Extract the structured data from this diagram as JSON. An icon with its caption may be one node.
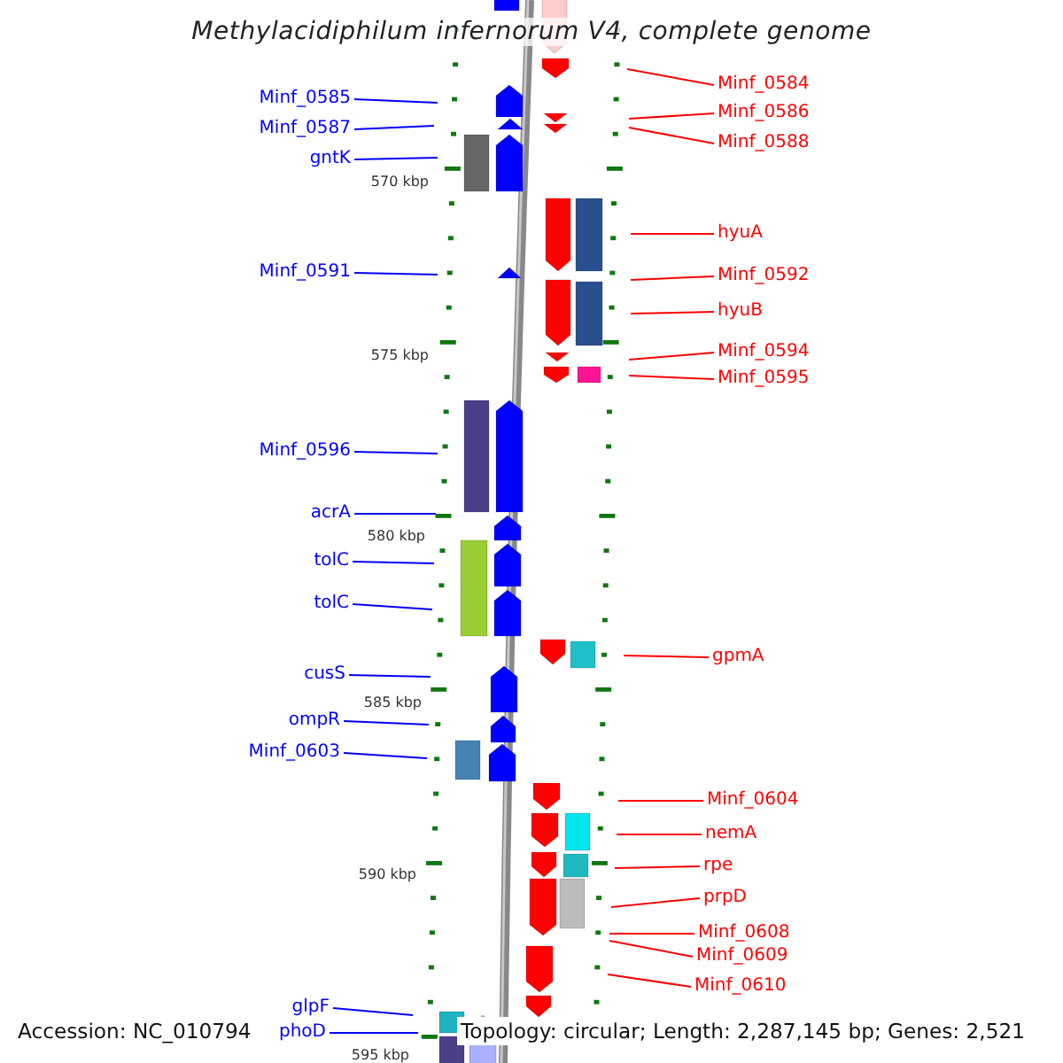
{
  "diagram": {
    "title": "Methylacidiphilum infernorum V4, complete genome",
    "nodes": [
      {
        "text": [
          "Minf_0585"
        ]
      },
      {
        "text": [
          "Minf_0587"
        ]
      },
      {
        "text": [
          "gntK"
        ]
      },
      {
        "text": [
          "Minf_0591"
        ]
      },
      {
        "text": [
          "Minf_0596"
        ]
      },
      {
        "text": [
          "acrA"
        ]
      },
      {
        "text": [
          "tolC"
        ]
      },
      {
        "text": [
          "tolC"
        ]
      },
      {
        "text": [
          "cusS"
        ]
      },
      {
        "text": [
          "ompR"
        ]
      },
      {
        "text": [
          "Minf_0603"
        ]
      },
      {
        "text": [
          "glpF"
        ]
      },
      {
        "text": [
          "phoD"
        ]
      },
      {
        "text": [
          "Minf_0584"
        ]
      },
      {
        "text": [
          "Minf_0586"
        ]
      },
      {
        "text": [
          "Minf_0588"
        ]
      },
      {
        "text": [
          "hyuA"
        ]
      },
      {
        "text": [
          "Minf_0592"
        ]
      },
      {
        "text": [
          "hyuB"
        ]
      },
      {
        "text": [
          "Minf_0594"
        ]
      },
      {
        "text": [
          "Minf_0595"
        ]
      },
      {
        "text": [
          "gpmA"
        ]
      },
      {
        "text": [
          "Minf_0604"
        ]
      },
      {
        "text": [
          "nemA"
        ]
      },
      {
        "text": [
          "rpe"
        ]
      },
      {
        "text": [
          "prpD"
        ]
      },
      {
        "text": [
          "Minf_0608"
        ]
      },
      {
        "text": [
          "Minf_0609"
        ]
      },
      {
        "text": [
          "Minf_0610"
        ]
      }
    ],
    "edges": [
      {
        "from": 0,
        "to": null,
        "arrow": "none",
        "color": "#0000ff"
      },
      {
        "from": 1,
        "to": null,
        "arrow": "none",
        "color": "#0000ff"
      },
      {
        "from": 2,
        "to": null,
        "arrow": "none",
        "color": "#0000ff"
      },
      {
        "from": 3,
        "to": null,
        "arrow": "none",
        "color": "#0000ff"
      },
      {
        "from": 4,
        "to": null,
        "arrow": "none",
        "color": "#0000ff"
      },
      {
        "from": 5,
        "to": null,
        "arrow": "none",
        "color": "#0000ff"
      },
      {
        "from": 6,
        "to": null,
        "arrow": "none",
        "color": "#0000ff"
      },
      {
        "from": 7,
        "to": null,
        "arrow": "none",
        "color": "#0000ff"
      },
      {
        "from": 8,
        "to": null,
        "arrow": "none",
        "color": "#0000ff"
      },
      {
        "from": 9,
        "to": null,
        "arrow": "none",
        "color": "#0000ff"
      },
      {
        "from": 10,
        "to": null,
        "arrow": "none",
        "color": "#0000ff"
      },
      {
        "from": 11,
        "to": null,
        "arrow": "none",
        "color": "#0000ff"
      },
      {
        "from": 12,
        "to": null,
        "arrow": "none",
        "color": "#0000ff"
      },
      {
        "from": 13,
        "to": null,
        "arrow": "none"
      },
      {
        "from": 14,
        "to": null,
        "arrow": "none"
      },
      {
        "from": 15,
        "to": null,
        "arrow": "none"
      },
      {
        "from": 16,
        "to": null,
        "arrow": "none"
      },
      {
        "from": 17,
        "to": null,
        "arrow": "none"
      },
      {
        "from": 18,
        "to": null,
        "arrow": "none"
      },
      {
        "from": 19,
        "to": null,
        "arrow": "none"
      },
      {
        "from": 20,
        "to": null,
        "arrow": "none"
      },
      {
        "from": 21,
        "to": null,
        "arrow": "none"
      },
      {
        "from": 22,
        "to": null,
        "arrow": "none"
      },
      {
        "from": 23,
        "to": null,
        "arrow": "none"
      },
      {
        "from": 24,
        "to": null,
        "arrow": "none"
      },
      {
        "from": 25,
        "to": null,
        "arrow": "none"
      },
      {
        "from": 26,
        "to": null,
        "arrow": "none"
      },
      {
        "from": 27,
        "to": null,
        "arrow": "none"
      },
      {
        "from": 28,
        "to": null,
        "arrow": "none"
      }
    ],
    "labels": [
      "570 kbp",
      "575 kbp",
      "580 kbp",
      "585 kbp",
      "590 kbp",
      "Accession: NC_010794",
      "Topology: circular; Length: 2,287,145 bp; Genes: 2,521",
      "595 kbp"
    ]
  }
}
